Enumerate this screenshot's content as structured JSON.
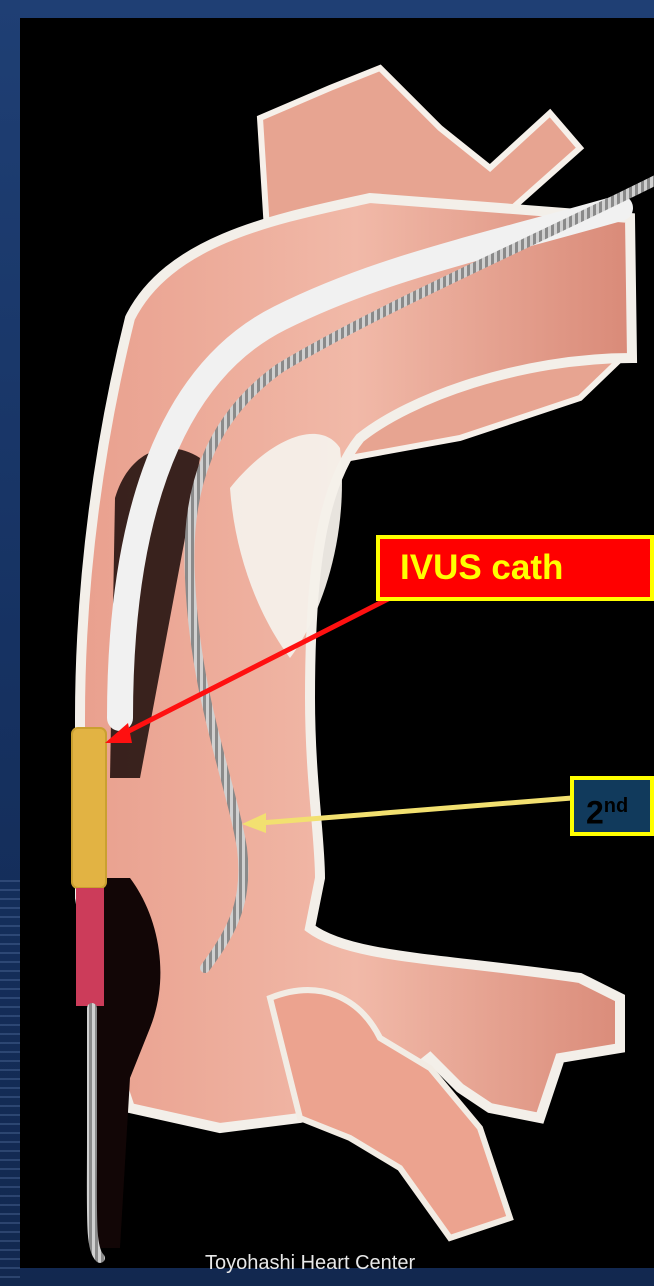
{
  "labels": {
    "ivus": "IVUS cath",
    "wire_number": "2",
    "wire_superscript": "nd"
  },
  "credit": "Toyohashi Heart Center",
  "colors": {
    "ivus_box": "#ff0000",
    "callout_border": "#ffff00",
    "wire_box": "#113a5c",
    "background": "#1a3a6e"
  }
}
